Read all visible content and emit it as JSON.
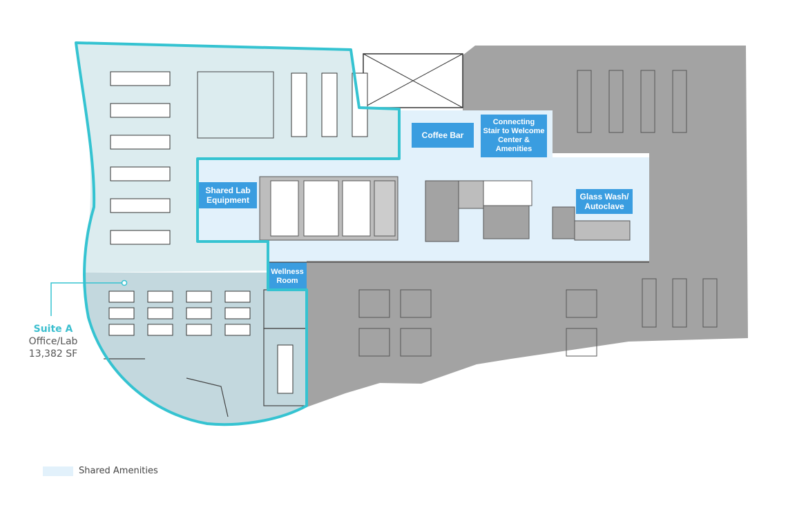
{
  "colors": {
    "suite_outline": "#35c3d1",
    "suite_fill": "#dcecef",
    "suite_office_fill": "#c3d8de",
    "shared_amenities": "#e2f1fb",
    "other_tenant": "#a3a3a3",
    "label_bg": "#3a9de0",
    "label_text": "#ffffff"
  },
  "rooms": {
    "coffee_bar": "Coffee Bar",
    "connecting_stair": "Connecting\nStair to Welcome\nCenter &\nAmenities",
    "shared_lab": "Shared Lab\nEquipment",
    "glass_wash": "Glass Wash/\nAutoclave",
    "wellness": "Wellness\nRoom"
  },
  "suite": {
    "name": "Suite A",
    "type": "Office/Lab",
    "area": "13,382 SF"
  },
  "legend": {
    "label": "Shared Amenities"
  }
}
